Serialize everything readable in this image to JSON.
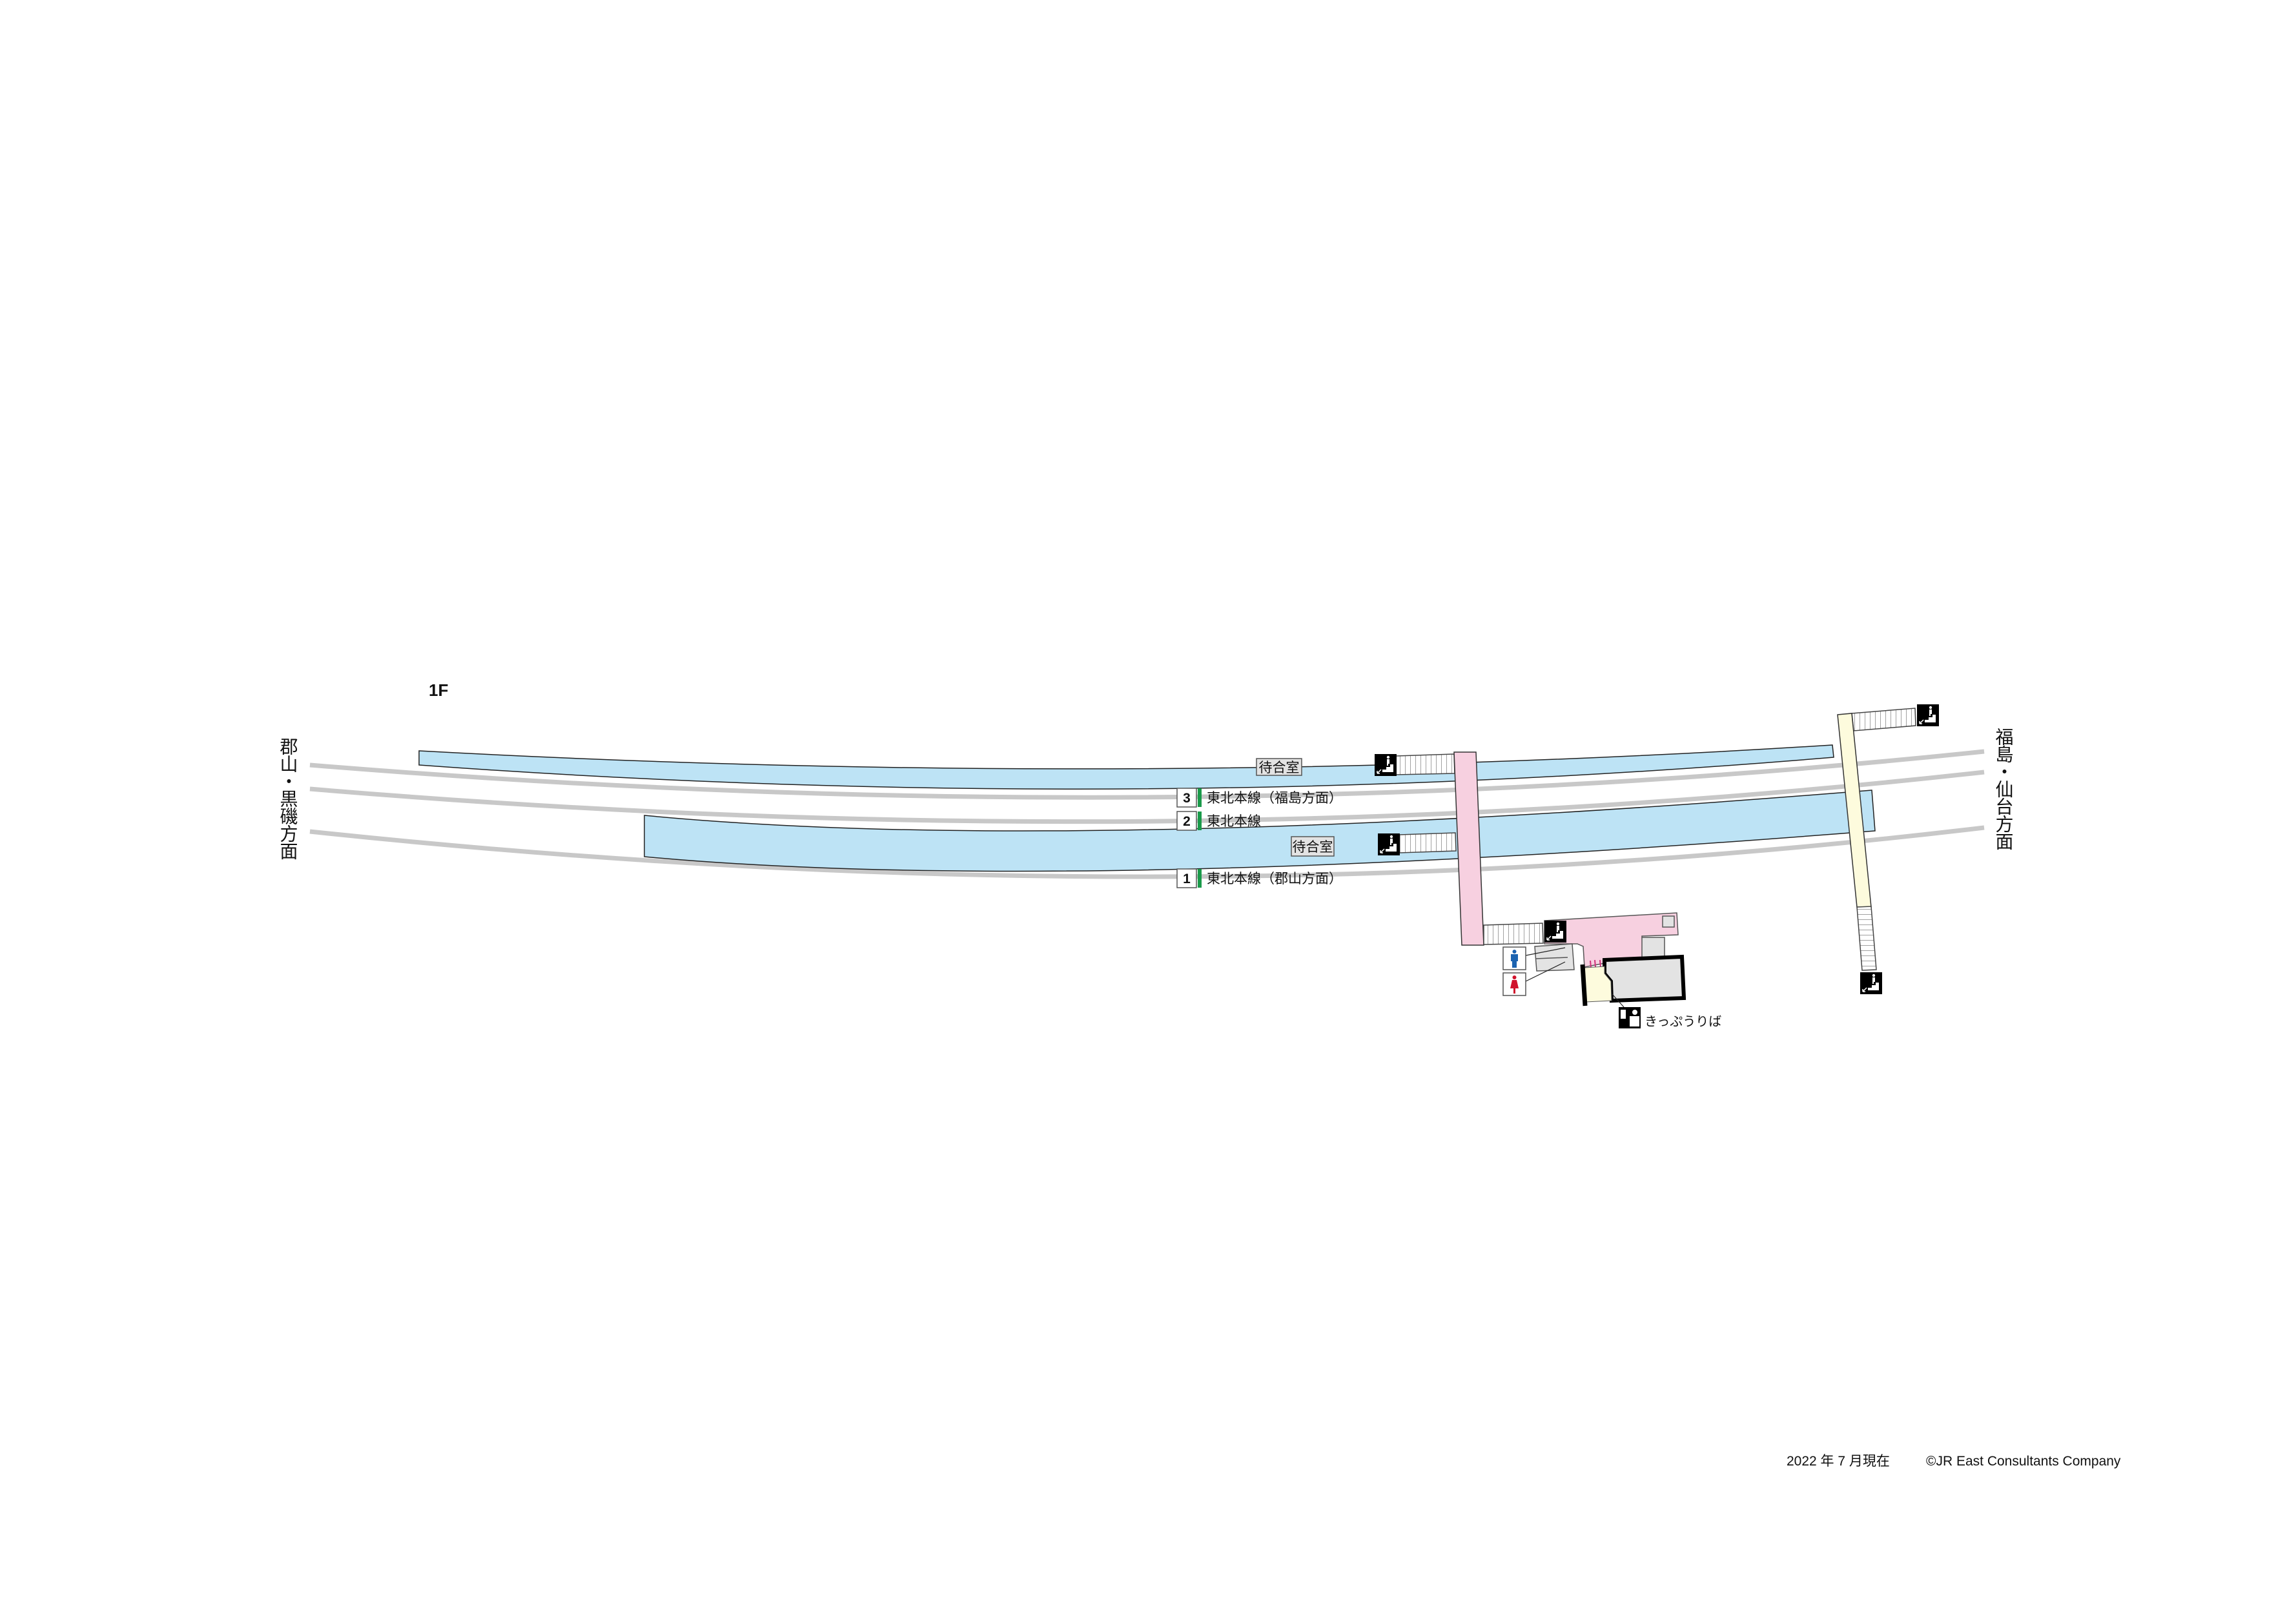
{
  "floor_label": "1F",
  "directions": {
    "left": "郡山・黒磯方面",
    "right": "福島・仙台方面"
  },
  "tracks": [
    {
      "number": "3",
      "line": "東北本線（福島方面）"
    },
    {
      "number": "2",
      "line": "東北本線"
    },
    {
      "number": "1",
      "line": "東北本線（郡山方面）"
    }
  ],
  "facilities": {
    "waiting_room_upper": "待合室",
    "waiting_room_lower": "待合室",
    "ticket_office": "きっぷうりば"
  },
  "icons": [
    "stairs-icon",
    "toilet-men-icon",
    "toilet-women-icon",
    "ticket-office-icon"
  ],
  "colors": {
    "platform": "#bde3f5",
    "bridge_main": "#f7d0e0",
    "bridge_free": "#fdfbdd",
    "track": "#c8c8c8",
    "line_color": "#1a9a4a",
    "men": "#1c63b0",
    "women": "#d0122c"
  },
  "footer": {
    "date": "2022 年 7 月現在",
    "copyright": "©JR East Consultants Company"
  }
}
